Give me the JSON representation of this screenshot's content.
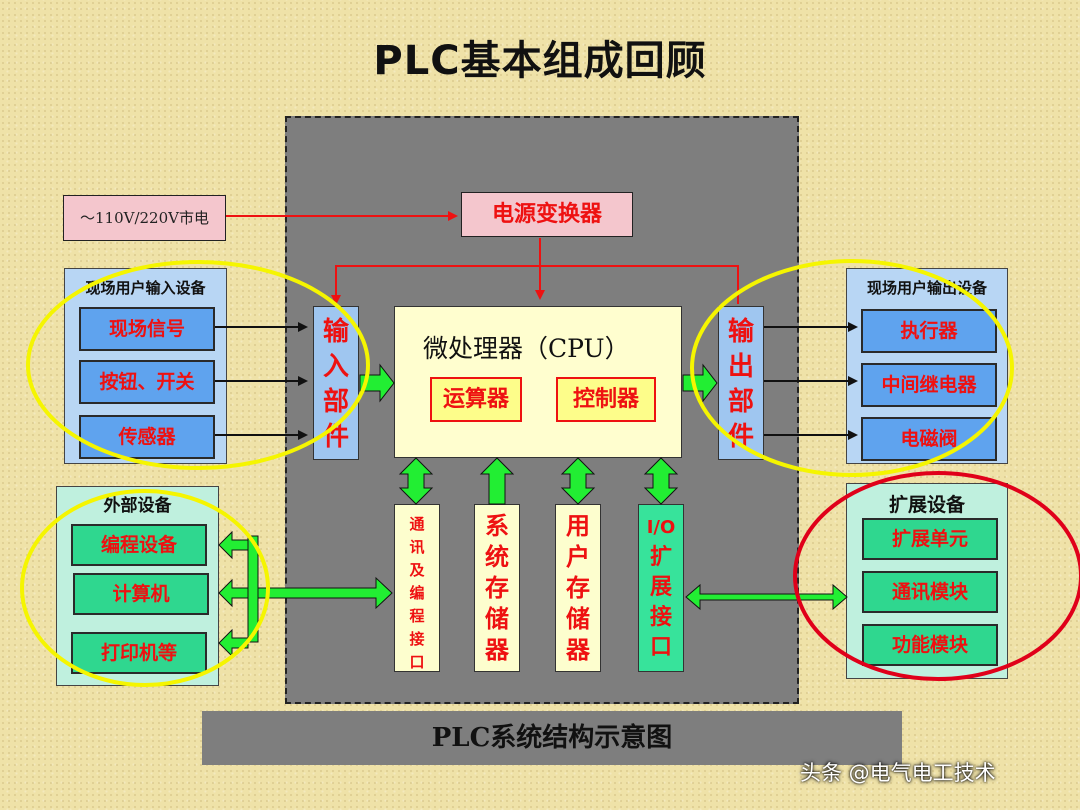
{
  "title": "PLC基本组成回顾",
  "mains_label": "～110V/220V市电",
  "power_converter": "电源变换器",
  "cpu": {
    "title": "微处理器（CPU）",
    "alu": "运算器",
    "controller": "控制器"
  },
  "input_unit": [
    "输",
    "入",
    "部",
    "件"
  ],
  "output_unit": [
    "输",
    "出",
    "部",
    "件"
  ],
  "memory_blocks": {
    "comm_interface": [
      "通",
      "讯",
      "及",
      "编",
      "程",
      "接",
      "口"
    ],
    "system_memory": [
      "系",
      "统",
      "存",
      "储",
      "器"
    ],
    "user_memory": [
      "用",
      "户",
      "存",
      "储",
      "器"
    ],
    "io_expansion": [
      "I/O",
      "扩",
      "展",
      "接",
      "口"
    ]
  },
  "field_input": {
    "heading": "现场用户输入设备",
    "items": [
      "现场信号",
      "按钮、开关",
      "传感器"
    ]
  },
  "field_output": {
    "heading": "现场用户输出设备",
    "items": [
      "执行器",
      "中间继电器",
      "电磁阀"
    ]
  },
  "external_devices": {
    "heading": "外部设备",
    "items": [
      "编程设备",
      "计算机",
      "打印机等"
    ]
  },
  "expansion_devices": {
    "heading": "扩展设备",
    "items": [
      "扩展单元",
      "通讯模块",
      "功能模块"
    ]
  },
  "caption": "PLC系统结构示意图",
  "watermark": "头条 @电气电工技术",
  "colors": {
    "background": "#efe2a8",
    "frame": "#7e7e7e",
    "accent_red": "#ee1111",
    "highlight_yellow": "#f5f500",
    "highlight_red": "#e0001a",
    "bus_green": "#22ee33"
  }
}
